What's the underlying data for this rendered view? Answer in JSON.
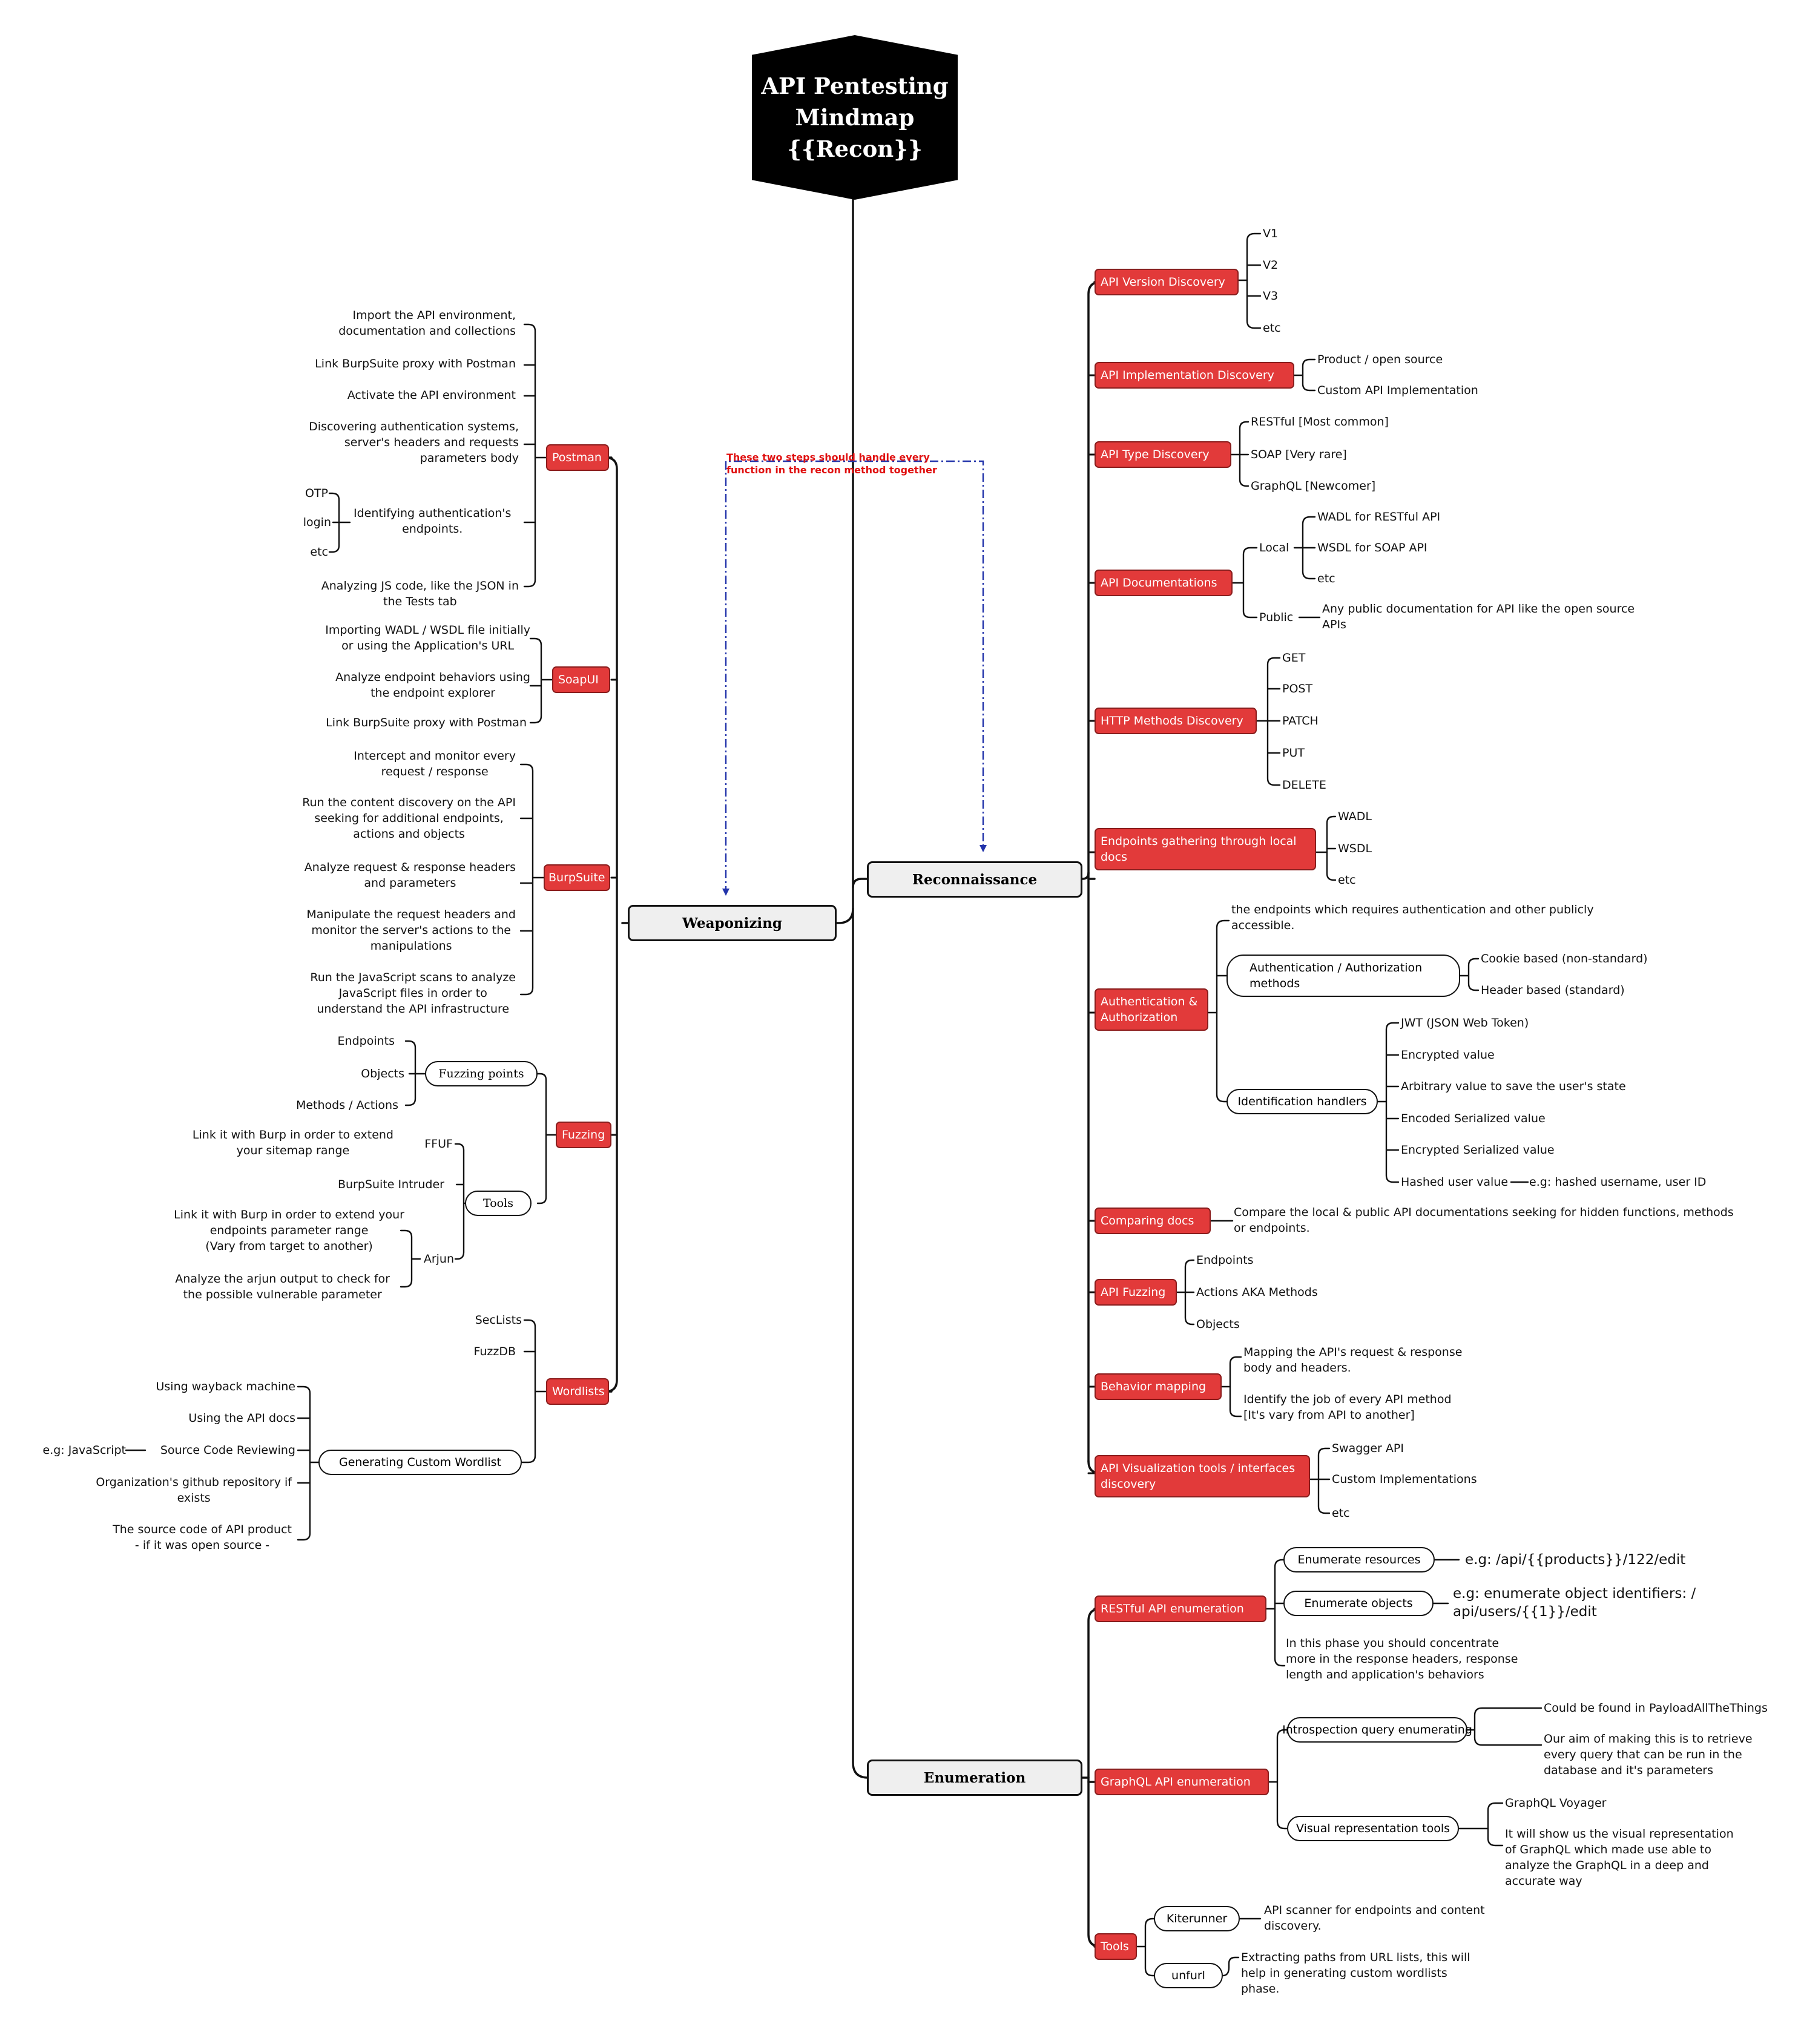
{
  "title": {
    "line1": "API Pentesting",
    "line2": "Mindmap",
    "line3": "{{Recon}}"
  },
  "note": {
    "line1": "These two steps should handle every",
    "line2": "function in the recon method together"
  },
  "main_nodes": {
    "reconnaissance": "Reconnaissance",
    "enumeration": "Enumeration",
    "weaponizing": "Weaponizing"
  },
  "recon": {
    "version": {
      "label": "API Version Discovery",
      "items": [
        "V1",
        "V2",
        "V3",
        "etc"
      ]
    },
    "implementation": {
      "label": "API Implementation Discovery",
      "items": [
        "Product / open source",
        "Custom API Implementation"
      ]
    },
    "type": {
      "label": "API Type Discovery",
      "items": [
        "RESTful [Most common]",
        "SOAP [Very rare]",
        "GraphQL [Newcomer]"
      ]
    },
    "docs": {
      "label": "API Documentations",
      "local": "Local",
      "local_items": [
        "WADL for RESTful API",
        "WSDL for SOAP API",
        "etc"
      ],
      "public": "Public",
      "public_l1": "Any public documentation for API like the open source",
      "public_l2": "APIs"
    },
    "http": {
      "label": "HTTP Methods Discovery",
      "items": [
        "GET",
        "POST",
        "PATCH",
        "PUT",
        "DELETE"
      ]
    },
    "endpoints_docs": {
      "label_l1": "Endpoints gathering through local",
      "label_l2": "docs",
      "items": [
        "WADL",
        "WSDL",
        "etc"
      ]
    },
    "auth": {
      "label_l1": "Authentication &",
      "label_l2": "Authorization",
      "desc_l1": "the endpoints which requires authentication and other publicly",
      "desc_l2": "accessible.",
      "methods_l1": "Authentication / Authorization",
      "methods_l2": "methods",
      "methods_items": [
        "Cookie based (non-standard)",
        "Header based (standard)"
      ],
      "handlers": "Identification handlers",
      "handler_items": [
        "JWT (JSON Web Token)",
        "Encrypted value",
        "Arbitrary value to save the user's state",
        "Encoded Serialized value",
        "Encrypted Serialized value",
        "Hashed user value"
      ],
      "hashed_example": "e.g: hashed username, user ID"
    },
    "comparing": {
      "label": "Comparing docs",
      "desc_l1": "Compare the local & public API documentations seeking for hidden functions, methods",
      "desc_l2": "or endpoints."
    },
    "fuzzing": {
      "label": "API Fuzzing",
      "items": [
        "Endpoints",
        "Actions AKA Methods",
        "Objects"
      ]
    },
    "behavior": {
      "label": "Behavior mapping",
      "a_l1": "Mapping the API's request & response",
      "a_l2": "body and headers.",
      "b_l1": "Identify the job of every API method",
      "b_l2": "[It's vary from API to another]"
    },
    "visualization": {
      "label_l1": "API Visualization tools / interfaces",
      "label_l2": "discovery",
      "items": [
        "Swagger API",
        "Custom Implementations",
        "etc"
      ]
    }
  },
  "enum": {
    "restful": {
      "label": "RESTful API enumeration",
      "resources": "Enumerate resources",
      "resources_ex": "e.g: /api/{{products}}/122/edit",
      "objects": "Enumerate objects",
      "objects_ex_l1": "e.g: enumerate object identifiers: /",
      "objects_ex_l2": "api/users/{{1}}/edit",
      "phase_l1": "In this phase you should concentrate",
      "phase_l2": "more in the response headers, response",
      "phase_l3": "length and application's behaviors"
    },
    "graphql": {
      "label": "GraphQL API enumeration",
      "introspection": "Introspection query enumerating",
      "intro_a": "Could be found in PayloadAllTheThings",
      "intro_b_l1": "Our aim of making this is to retrieve",
      "intro_b_l2": "every query that can be run in the",
      "intro_b_l3": "database and it's parameters",
      "visual": "Visual representation tools",
      "voyager": "GraphQL Voyager",
      "voyager_l1": "It will show us the visual representation",
      "voyager_l2": "of GraphQL which made use able to",
      "voyager_l3": "analyze the GraphQL in a deep and",
      "voyager_l4": "accurate way"
    },
    "tools": {
      "label": "Tools",
      "kiterunner": "Kiterunner",
      "kite_l1": "API scanner for endpoints and content",
      "kite_l2": "discovery.",
      "unfurl": "unfurl",
      "unfurl_l1": "Extracting paths from URL lists, this will",
      "unfurl_l2": "help in generating custom wordlists",
      "unfurl_l3": "phase."
    }
  },
  "weapon": {
    "postman": {
      "label": "Postman",
      "i1_l1": "Import the API environment,",
      "i1_l2": "documentation and collections",
      "i2": "Link BurpSuite proxy with Postman",
      "i3": "Activate the API environment",
      "i4_l1": "Discovering authentication systems,",
      "i4_l2": "server's headers and requests",
      "i4_l3": "parameters body",
      "i5_l1": "Identifying authentication's",
      "i5_l2": "endpoints.",
      "i5_items": [
        "OTP",
        "login",
        "etc"
      ],
      "i6_l1": "Analyzing JS code, like the JSON in",
      "i6_l2": "the Tests tab"
    },
    "soapui": {
      "label": "SoapUI",
      "i1_l1": "Importing WADL / WSDL file initially",
      "i1_l2": "or using the Application's URL",
      "i2_l1": "Analyze endpoint behaviors using",
      "i2_l2": "the endpoint explorer",
      "i3": "Link BurpSuite proxy with Postman"
    },
    "burp": {
      "label": "BurpSuite",
      "i1_l1": "Intercept and monitor every",
      "i1_l2": "request / response",
      "i2_l1": "Run the content discovery on the API",
      "i2_l2": "seeking for additional endpoints,",
      "i2_l3": "actions and objects",
      "i3_l1": "Analyze request & response headers",
      "i3_l2": "and parameters",
      "i4_l1": "Manipulate the request headers and",
      "i4_l2": "monitor the server's actions to the",
      "i4_l3": "manipulations",
      "i5_l1": "Run the JavaScript scans to analyze",
      "i5_l2": "JavaScript files in order to",
      "i5_l3": "understand the API infrastructure"
    },
    "fuzzing": {
      "label": "Fuzzing",
      "points": "Fuzzing points",
      "point_items": [
        "Endpoints",
        "Objects",
        "Methods / Actions"
      ],
      "tools": "Tools",
      "ffuf": "FFUF",
      "ffuf_l1": "Link it with Burp in order to extend",
      "ffuf_l2": "your sitemap range",
      "intruder": "BurpSuite Intruder",
      "arjun": "Arjun",
      "arjun_a_l1": "Link it with Burp in order to extend your",
      "arjun_a_l2": "endpoints parameter range",
      "arjun_a_l3": "(Vary from target to another)",
      "arjun_b_l1": "Analyze the arjun output to check for",
      "arjun_b_l2": "the possible vulnerable parameter"
    },
    "wordlists": {
      "label": "Wordlists",
      "seclists": "SecLists",
      "fuzzdb": "FuzzDB",
      "custom": "Generating Custom Wordlist",
      "c1": "Using wayback machine",
      "c2": "Using the API docs",
      "c3": "Source Code Reviewing",
      "c3_ex": "e.g: JavaScript",
      "c4_l1": "Organization's github repository if",
      "c4_l2": "exists",
      "c5_l1": "The source code of API product",
      "c5_l2": "- if it was open source -"
    }
  }
}
